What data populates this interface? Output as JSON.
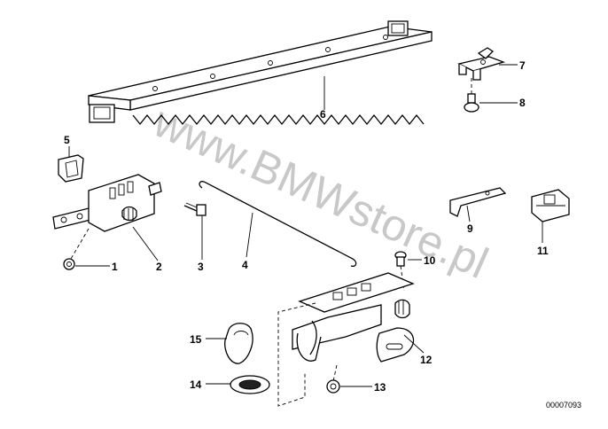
{
  "diagram": {
    "watermark": "www.BMWstore.pl",
    "part_number": "00007093",
    "callouts": [
      "1",
      "2",
      "3",
      "4",
      "5",
      "6",
      "7",
      "8",
      "9",
      "10",
      "11",
      "12",
      "13",
      "14",
      "15"
    ]
  }
}
